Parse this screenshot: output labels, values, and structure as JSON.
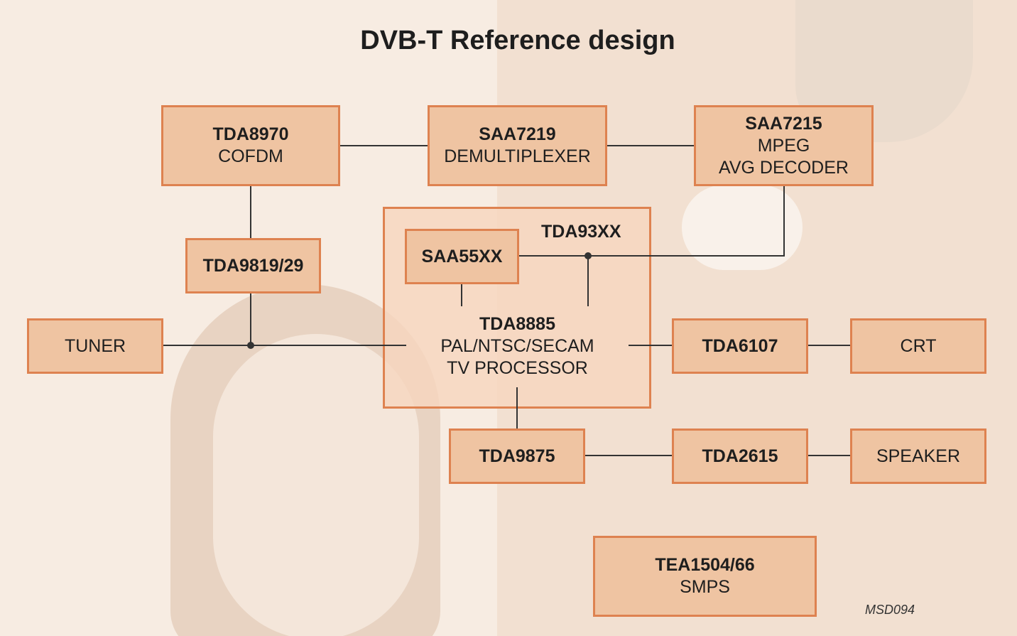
{
  "title": "DVB-T Reference design",
  "blocks": {
    "tda8970": {
      "part": "TDA8970",
      "lines": [
        "COFDM"
      ]
    },
    "saa7219": {
      "part": "SAA7219",
      "lines": [
        "DEMULTIPLEXER"
      ]
    },
    "saa7215": {
      "part": "SAA7215",
      "lines": [
        "MPEG",
        "AVG DECODER"
      ]
    },
    "tda9819": {
      "part": "TDA9819/29"
    },
    "tuner": {
      "label": "TUNER"
    },
    "tda93xx": {
      "label": "TDA93XX"
    },
    "saa55xx": {
      "part": "SAA55XX"
    },
    "tda8885": {
      "part": "TDA8885",
      "lines": [
        "PAL/NTSC/SECAM",
        "TV PROCESSOR"
      ]
    },
    "tda6107": {
      "part": "TDA6107"
    },
    "crt": {
      "label": "CRT"
    },
    "tda9875": {
      "part": "TDA9875"
    },
    "tda2615": {
      "part": "TDA2615"
    },
    "speaker": {
      "label": "SPEAKER"
    },
    "tea1504": {
      "part": "TEA1504/66",
      "lines": [
        "SMPS"
      ]
    }
  },
  "drawing_code": "MSD094",
  "colors": {
    "box_fill": "#efc4a2",
    "box_border": "#de8250",
    "line": "#333333"
  }
}
